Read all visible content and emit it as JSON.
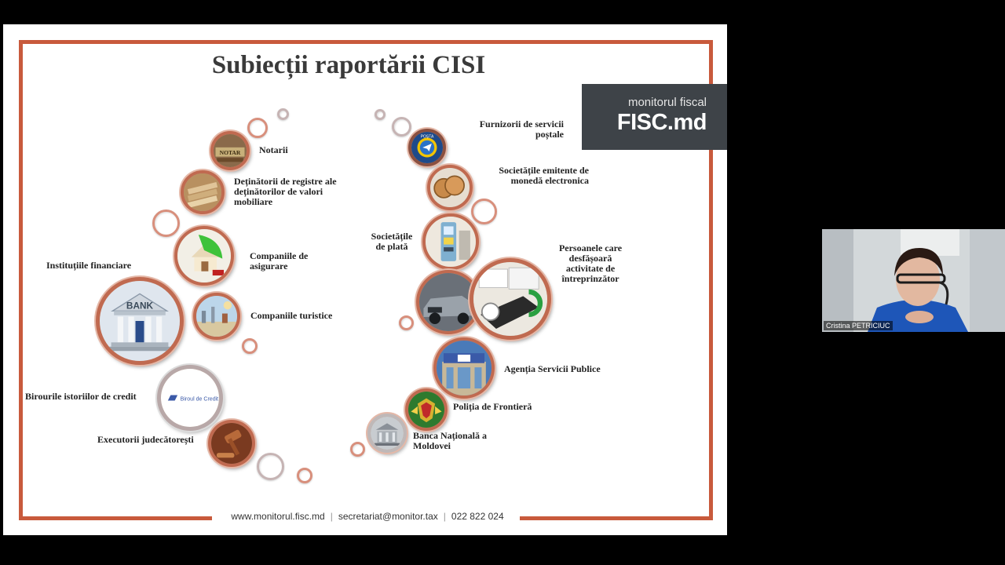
{
  "slide": {
    "title": "Subiecții raportării CISI",
    "logo": {
      "line1": "monitorul fiscal",
      "line2": "FISC.md"
    },
    "labels": {
      "notarii": "Notarii",
      "detinatori": "Deținătorii de registre ale\ndeținătorilor de valori\nmobiliare",
      "asigurare": "Companiile de\nasigurare",
      "financiare": "Instituțiile financiare",
      "turistice": "Companiile turistice",
      "credit": "Birourile istoriilor de credit",
      "executori": "Executorii judecătorești",
      "postale": "Furnizorii de servicii\npoștale",
      "moneda": "Societățile emitente de\nmonedă electronica",
      "plata": "Societățile\nde plată",
      "persoanele": "Persoanele care\ndesfășoară\nactivitate de\nîntreprinzător",
      "asp": "Agenția Servicii Publice",
      "frontiera": "Poliția de Frontieră",
      "bnm": "Banca Națională a\nMoldovei"
    },
    "icon_text": {
      "notar": "NOTAR",
      "bank": "BANK",
      "biroul": "Biroul de Credit",
      "posta": "POȘTA"
    },
    "footer": {
      "website": "www.monitorul.fisc.md",
      "email": "secretariat@monitor.tax",
      "phone": "022 822 024"
    },
    "colors": {
      "frame": "#c85a3c",
      "logo_bg": "#3e4348",
      "title": "#3a3a3a"
    }
  },
  "webcam": {
    "participant_name": "Cristina PETRICIUC"
  }
}
